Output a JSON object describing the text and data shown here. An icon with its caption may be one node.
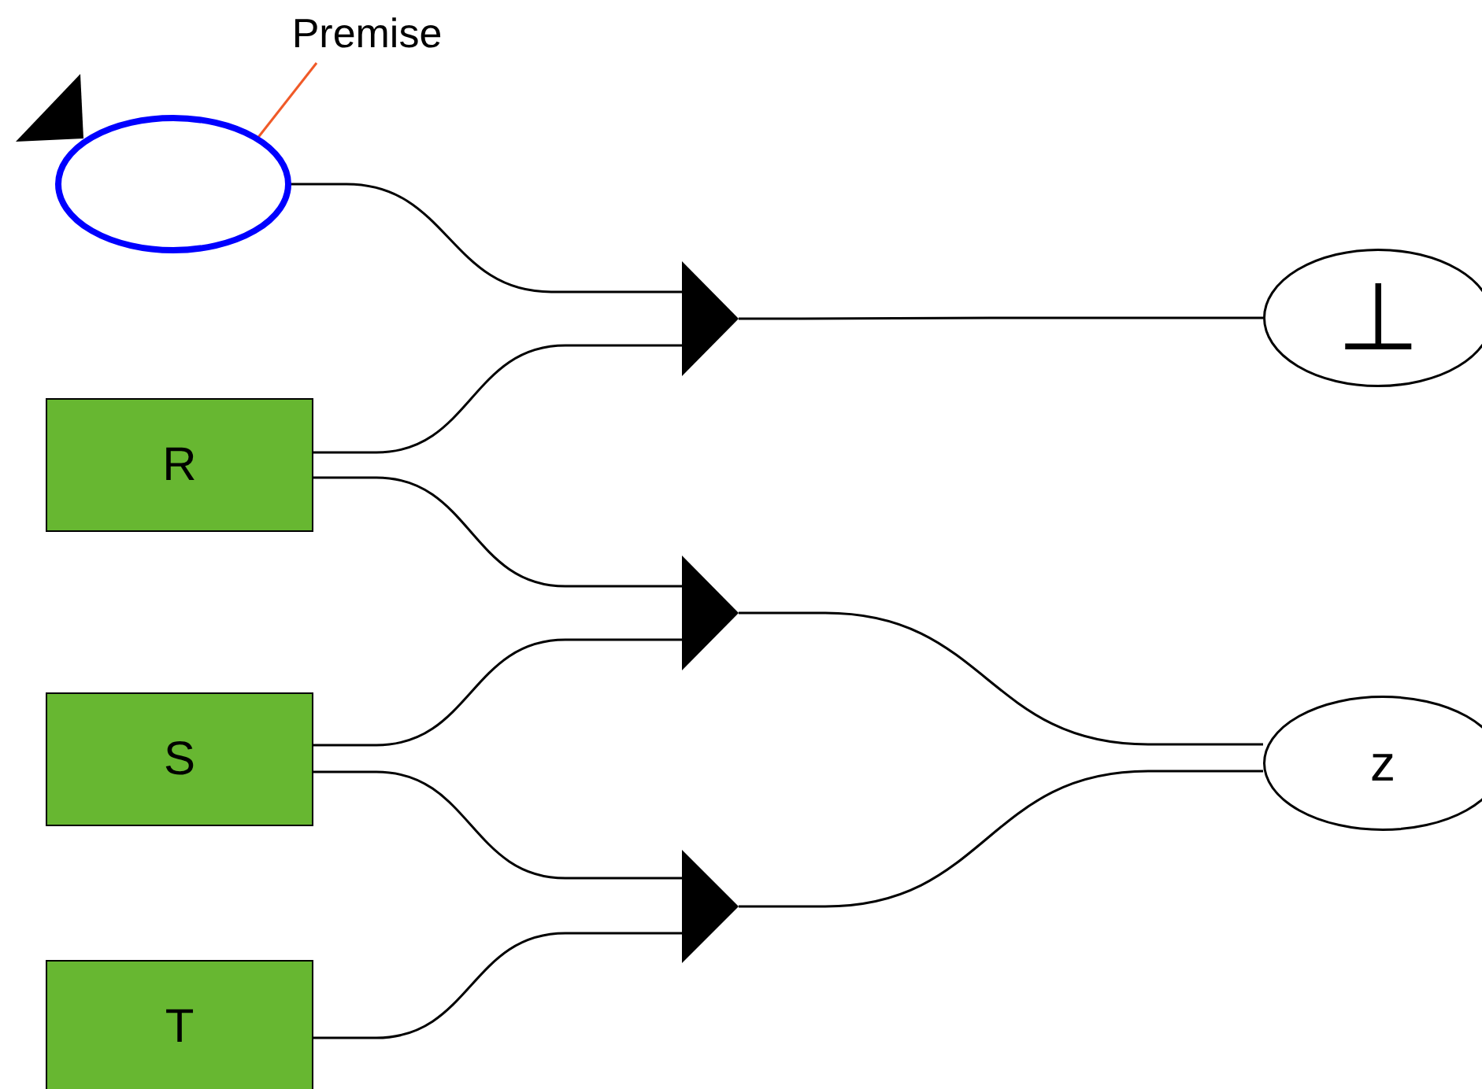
{
  "diagram": {
    "nodes": [
      {
        "text": [
          "Premise"
        ]
      },
      {
        "text": [],
        "shape": "ellipse"
      },
      {
        "text": [
          "R"
        ]
      },
      {
        "text": [
          "S"
        ]
      },
      {
        "text": [
          "T"
        ]
      },
      {
        "text": [],
        "shape": "triangle"
      },
      {
        "text": [],
        "shape": "triangle"
      },
      {
        "text": [],
        "shape": "triangle"
      },
      {
        "text": [
          "⊥"
        ]
      },
      {
        "text": [
          "z"
        ]
      }
    ],
    "edges": [
      {
        "from": 1,
        "to": 5,
        "arrow": "none"
      },
      {
        "from": 2,
        "to": 5,
        "arrow": "none"
      },
      {
        "from": 2,
        "to": 6,
        "arrow": "none"
      },
      {
        "from": 3,
        "to": 6,
        "arrow": "none"
      },
      {
        "from": 3,
        "to": 7,
        "arrow": "none"
      },
      {
        "from": 4,
        "to": 7,
        "arrow": "none"
      },
      {
        "from": 5,
        "to": 8,
        "arrow": "none"
      },
      {
        "from": 6,
        "to": 9,
        "arrow": "none"
      },
      {
        "from": 7,
        "to": 9,
        "arrow": "none"
      },
      {
        "from": 0,
        "to": 1,
        "arrow": "none",
        "color": "#f05a28"
      }
    ]
  }
}
